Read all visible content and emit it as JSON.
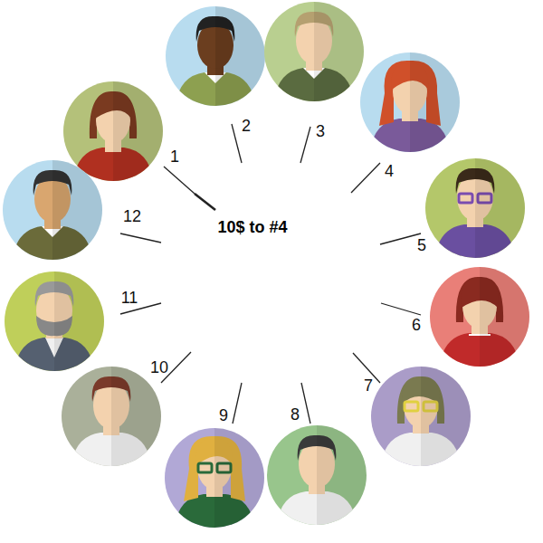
{
  "diagram": {
    "labels": [
      "1",
      "2",
      "3",
      "4",
      "5",
      "6",
      "7",
      "8",
      "9",
      "10",
      "11",
      "12",
      "10$ to #4"
    ]
  }
}
